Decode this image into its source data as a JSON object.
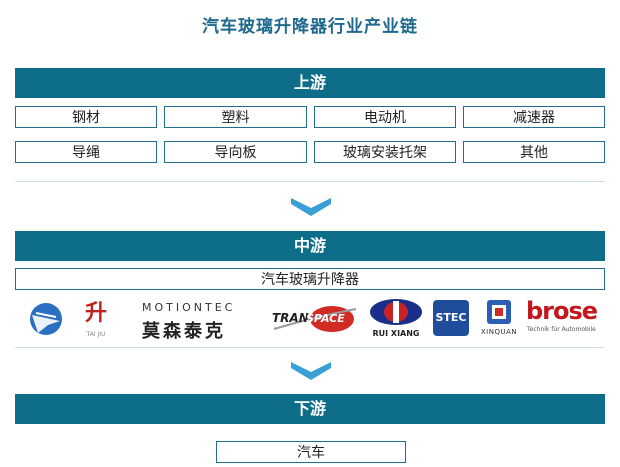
{
  "title": "汽车玻璃升降器行业产业链",
  "upstream": {
    "label": "上游",
    "items": [
      "钢材",
      "塑料",
      "电动机",
      "减速器",
      "导绳",
      "导向板",
      "玻璃安装托架",
      "其他"
    ]
  },
  "midstream": {
    "label": "中游",
    "product": "汽车玻璃升降器",
    "logos": {
      "taiju_cn": "升",
      "taiju_en": "TAI JIU",
      "motiontec_en": "MOTIONTEC",
      "motiontec_cn": "莫森泰克",
      "transpace_a": "TRAN",
      "transpace_b": "SPACE",
      "ruixiang": "RUI XIANG",
      "stec": "STEC",
      "xinquan": "XINQUAN",
      "brose": "brose",
      "brose_tag": "Technik für Automobile"
    }
  },
  "downstream": {
    "label": "下游",
    "product": "汽车"
  },
  "colors": {
    "bar": "#0e6e8a",
    "border": "#236d8d",
    "arrow": "#3a9fd6",
    "title": "#1e6a8e"
  }
}
